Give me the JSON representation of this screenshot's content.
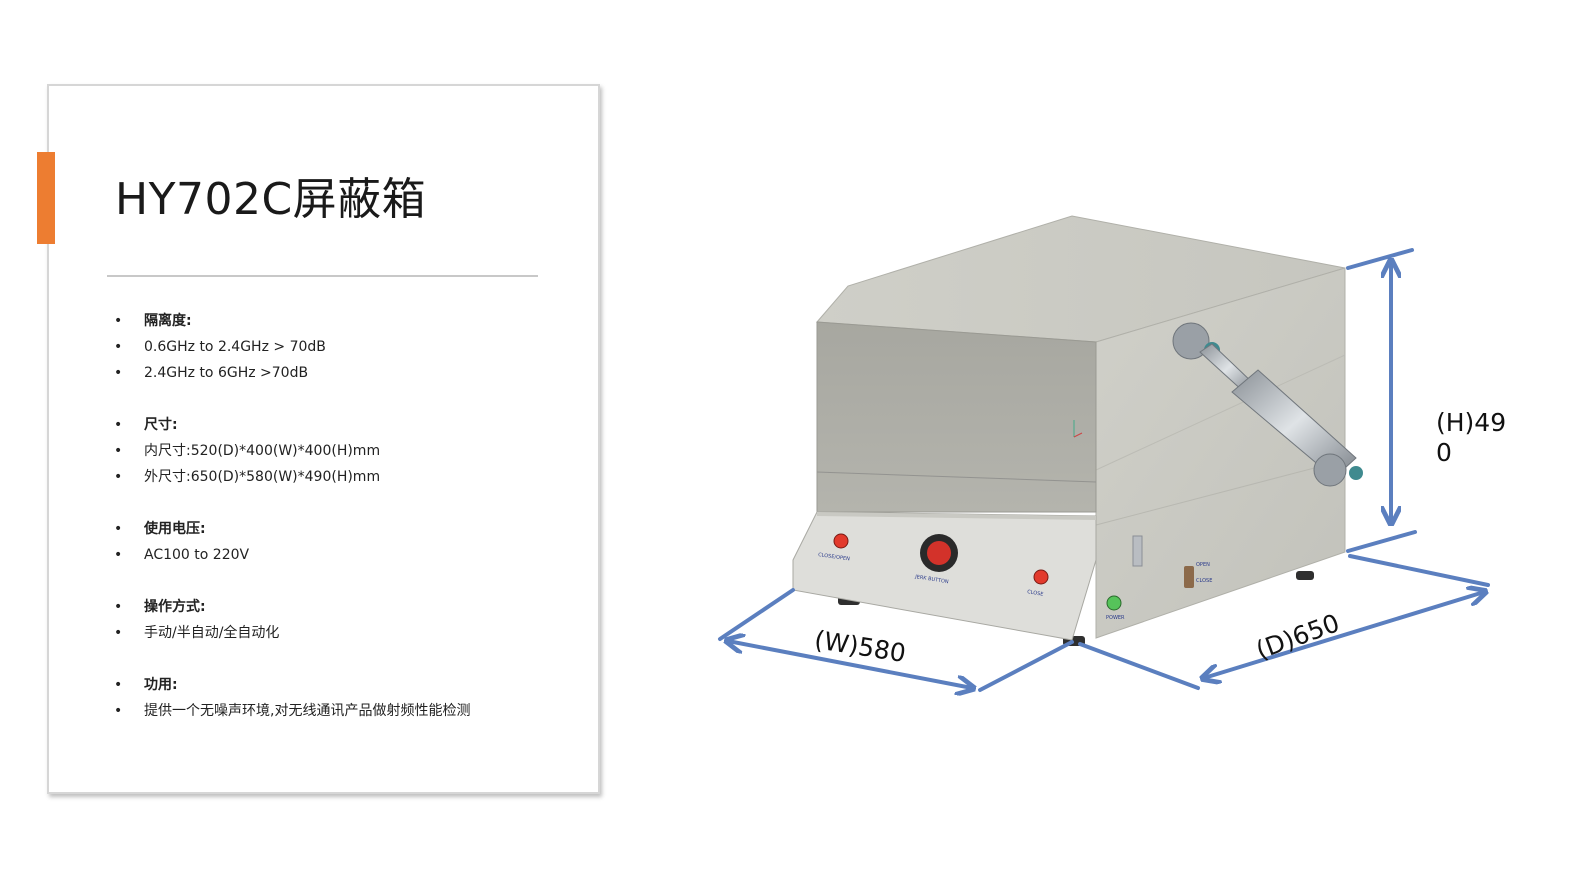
{
  "slide": {
    "title": "HY702C屏蔽箱",
    "accent_color": "#ed7d31"
  },
  "specs": [
    {
      "text": "隔离度:",
      "heading": true
    },
    {
      "text": "0.6GHz to 2.4GHz > 70dB",
      "heading": false
    },
    {
      "text": "2.4GHz to 6GHz >70dB",
      "heading": false
    },
    {
      "text": "尺寸:",
      "heading": true
    },
    {
      "text": "内尺寸:520(D)*400(W)*400(H)mm",
      "heading": false
    },
    {
      "text": "外尺寸:650(D)*580(W)*490(H)mm",
      "heading": false
    },
    {
      "text": "使用电压:",
      "heading": true
    },
    {
      "text": "AC100 to 220V",
      "heading": false
    },
    {
      "text": "操作方式:",
      "heading": true
    },
    {
      "text": "手动/半自动/全自动化",
      "heading": false
    },
    {
      "text": "功用:",
      "heading": true
    },
    {
      "text": "提供一个无噪声环境,对无线通讯产品做射频性能检测",
      "heading": false
    }
  ],
  "bullet_char": "•",
  "figure": {
    "panel_labels": {
      "close_open": "CLOSE/OPEN",
      "jerk_button": "JERK BUTTON",
      "close": "CLOSE",
      "power": "POWER",
      "open": "OPEN",
      "close_side": "CLOSE"
    },
    "dimensions": {
      "height": "(H)490",
      "width": "(W)580",
      "depth": "(D)650"
    },
    "arrow_color": "#5b7fbf",
    "box_color": "#c7c7c0"
  }
}
